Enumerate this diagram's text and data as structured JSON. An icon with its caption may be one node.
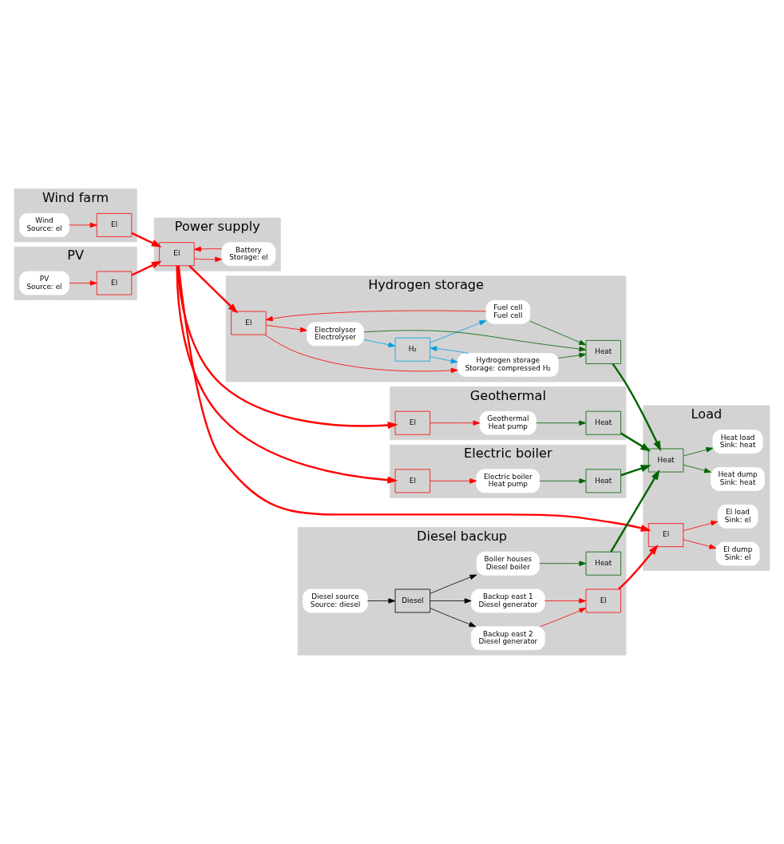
{
  "diagram": {
    "nodes": [
      {
        "text": [
          "Wind farm"
        ]
      },
      {
        "text": [
          "Wind",
          "Source: el"
        ],
        "in": 0
      },
      {
        "text": [
          "El"
        ],
        "in": 0
      },
      {
        "text": [
          "PV"
        ]
      },
      {
        "text": [
          "PV",
          "Source: el"
        ],
        "in": 3
      },
      {
        "text": [
          "El"
        ],
        "in": 3
      },
      {
        "text": [
          "Power supply"
        ]
      },
      {
        "text": [
          "El"
        ],
        "in": 6
      },
      {
        "text": [
          "Battery",
          "Storage: el"
        ],
        "in": 6
      },
      {
        "text": [
          "Hydrogen storage"
        ]
      },
      {
        "text": [
          "El"
        ],
        "in": 9
      },
      {
        "text": [
          "H₂"
        ],
        "in": 9
      },
      {
        "text": [
          "Electrolyser",
          "Electrolyser"
        ],
        "in": 9
      },
      {
        "text": [
          "Fuel cell",
          "Fuel cell"
        ],
        "in": 9
      },
      {
        "text": [
          "Hydrogen storage",
          "Storage: compressed H₂"
        ],
        "in": 9
      },
      {
        "text": [
          "Heat"
        ],
        "in": 9
      },
      {
        "text": [
          "Geothermal"
        ]
      },
      {
        "text": [
          "El"
        ],
        "in": 16
      },
      {
        "text": [
          "Geothermal",
          "Heat pump"
        ],
        "in": 16
      },
      {
        "text": [
          "Heat"
        ],
        "in": 16
      },
      {
        "text": [
          "Electric boiler"
        ]
      },
      {
        "text": [
          "El"
        ],
        "in": 20
      },
      {
        "text": [
          "Electric boiler",
          "Heat pump"
        ],
        "in": 20
      },
      {
        "text": [
          "Heat"
        ],
        "in": 20
      },
      {
        "text": [
          "Diesel backup"
        ]
      },
      {
        "text": [
          "Diesel"
        ],
        "in": 24
      },
      {
        "text": [
          "Boiler houses",
          "Diesel boiler"
        ],
        "in": 24
      },
      {
        "text": [
          "Backup east 2",
          "Diesel generator"
        ],
        "in": 24
      },
      {
        "text": [
          "Backup east 1",
          "Diesel generator"
        ],
        "in": 24
      },
      {
        "text": [
          "Diesel source",
          "Source: diesel"
        ],
        "in": 24
      },
      {
        "text": [
          "Heat"
        ],
        "in": 24
      },
      {
        "text": [
          "El"
        ],
        "in": 24
      },
      {
        "text": [
          "Load"
        ]
      },
      {
        "text": [
          "Heat"
        ],
        "in": 32
      },
      {
        "text": [
          "El"
        ],
        "in": 32
      },
      {
        "text": [
          "Heat dump",
          "Sink: heat"
        ],
        "in": 32
      },
      {
        "text": [
          "Heat load",
          "Sink: heat"
        ],
        "in": 32
      },
      {
        "text": [
          "El dump",
          "Sink: el"
        ],
        "in": 32
      },
      {
        "text": [
          "El load",
          "Sink: el"
        ],
        "in": 32
      }
    ],
    "edges": [
      {
        "from": 1,
        "to": 2,
        "arrow": "to",
        "color": "#ff0000"
      },
      {
        "from": 4,
        "to": 5,
        "arrow": "to",
        "color": "#ff0000"
      },
      {
        "from": 2,
        "to": 7,
        "arrow": "to",
        "style": "thick",
        "color": "#ff0000"
      },
      {
        "from": 5,
        "to": 7,
        "arrow": "to",
        "style": "thick",
        "color": "#ff0000"
      },
      {
        "from": 8,
        "to": 7,
        "arrow": "to",
        "color": "#ff0000"
      },
      {
        "from": 7,
        "to": 8,
        "arrow": "to",
        "color": "#ff0000"
      },
      {
        "from": 7,
        "to": 10,
        "arrow": "to",
        "style": "thick",
        "color": "#ff0000"
      },
      {
        "from": 10,
        "to": 12,
        "arrow": "to",
        "color": "#ff0000"
      },
      {
        "from": 13,
        "to": 10,
        "arrow": "to",
        "color": "#ff0000"
      },
      {
        "from": 10,
        "to": 14,
        "arrow": "to",
        "color": "#ff0000"
      },
      {
        "from": 12,
        "to": 11,
        "arrow": "to",
        "color": "#00a0e0"
      },
      {
        "from": 11,
        "to": 13,
        "arrow": "to",
        "color": "#00a0e0"
      },
      {
        "from": 14,
        "to": 11,
        "arrow": "to",
        "color": "#00a0e0"
      },
      {
        "from": 11,
        "to": 14,
        "arrow": "to",
        "color": "#00a0e0"
      },
      {
        "from": 12,
        "to": 15,
        "arrow": "to",
        "color": "#006400"
      },
      {
        "from": 13,
        "to": 15,
        "arrow": "to",
        "color": "#006400"
      },
      {
        "from": 14,
        "to": 15,
        "arrow": "to",
        "color": "#006400"
      },
      {
        "from": 7,
        "to": 17,
        "arrow": "to",
        "style": "thick",
        "color": "#ff0000"
      },
      {
        "from": 17,
        "to": 18,
        "arrow": "to",
        "color": "#ff0000"
      },
      {
        "from": 18,
        "to": 19,
        "arrow": "to",
        "color": "#006400"
      },
      {
        "from": 7,
        "to": 21,
        "arrow": "to",
        "style": "thick",
        "color": "#ff0000"
      },
      {
        "from": 21,
        "to": 22,
        "arrow": "to",
        "color": "#ff0000"
      },
      {
        "from": 22,
        "to": 23,
        "arrow": "to",
        "color": "#006400"
      },
      {
        "from": 7,
        "to": 34,
        "arrow": "to",
        "style": "thick",
        "color": "#ff0000"
      },
      {
        "from": 25,
        "to": 26,
        "arrow": "to",
        "color": "#000000"
      },
      {
        "from": 25,
        "to": 27,
        "arrow": "to",
        "color": "#000000"
      },
      {
        "from": 25,
        "to": 28,
        "arrow": "to",
        "color": "#000000"
      },
      {
        "from": 29,
        "to": 25,
        "arrow": "to",
        "color": "#000000"
      },
      {
        "from": 26,
        "to": 30,
        "arrow": "to",
        "color": "#006400"
      },
      {
        "from": 27,
        "to": 31,
        "arrow": "to",
        "color": "#ff0000"
      },
      {
        "from": 28,
        "to": 31,
        "arrow": "to",
        "color": "#ff0000"
      },
      {
        "from": 15,
        "to": 33,
        "arrow": "to",
        "style": "thick",
        "color": "#006400"
      },
      {
        "from": 19,
        "to": 33,
        "arrow": "to",
        "style": "thick",
        "color": "#006400"
      },
      {
        "from": 23,
        "to": 33,
        "arrow": "to",
        "style": "thick",
        "color": "#006400"
      },
      {
        "from": 30,
        "to": 33,
        "arrow": "to",
        "style": "thick",
        "color": "#006400"
      },
      {
        "from": 31,
        "to": 34,
        "arrow": "to",
        "style": "thick",
        "color": "#ff0000"
      },
      {
        "from": 33,
        "to": 35,
        "arrow": "to",
        "color": "#006400"
      },
      {
        "from": 33,
        "to": 36,
        "arrow": "to",
        "color": "#006400"
      },
      {
        "from": 34,
        "to": 37,
        "arrow": "to",
        "color": "#ff0000"
      },
      {
        "from": 34,
        "to": 38,
        "arrow": "to",
        "color": "#ff0000"
      }
    ]
  }
}
